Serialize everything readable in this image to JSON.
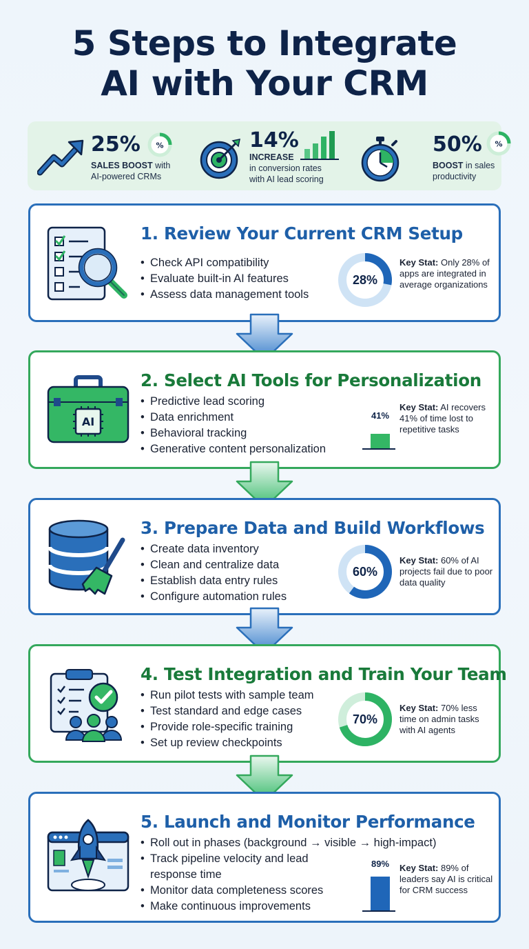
{
  "title": {
    "line1": "5 Steps to Integrate",
    "line2": "AI with Your CRM"
  },
  "stats": [
    {
      "value": "25%",
      "badge": "%",
      "label_bold": "SALES BOOST",
      "label_rest": " with",
      "label_line2": "AI-powered CRMs",
      "icon": "trending-up-arrow-icon"
    },
    {
      "value": "14%",
      "label_bold": "INCREASE",
      "label_line2": "in conversion rates",
      "label_line3": "with AI lead scoring",
      "icon": "target-icon"
    },
    {
      "value": "50%",
      "badge": "%",
      "label_bold": "BOOST",
      "label_rest": " in sales",
      "label_line2": "productivity",
      "icon": "stopwatch-icon"
    }
  ],
  "steps": [
    {
      "heading": "1. Review Your Current CRM Setup",
      "bullets": [
        "Check API compatibility",
        "Evaluate built-in AI features",
        "Assess data management tools"
      ],
      "visual": {
        "type": "donut",
        "label": "28%",
        "value": 0.28,
        "color": "#1f66b8",
        "track": "#cfe3f5"
      },
      "keystat_bold": "Key Stat:",
      "keystat_text": " Only 28% of apps are integrated in average organizations",
      "icon": "checklist-magnifier-icon",
      "accent": "blue"
    },
    {
      "heading": "2. Select AI Tools for Personalization",
      "bullets": [
        "Predictive lead scoring",
        "Data enrichment",
        "Behavioral tracking",
        "Generative content personalization"
      ],
      "visual": {
        "type": "bar",
        "label": "41%",
        "value": 0.41,
        "color": "#34b765"
      },
      "keystat_bold": "Key Stat:",
      "keystat_text": " AI recovers 41% of time lost to repetitive tasks",
      "icon": "ai-toolbox-icon",
      "accent": "green"
    },
    {
      "heading": "3. Prepare Data and Build Workflows",
      "bullets": [
        "Create data inventory",
        "Clean and centralize data",
        "Establish data entry rules",
        "Configure automation rules"
      ],
      "visual": {
        "type": "donut",
        "label": "60%",
        "value": 0.6,
        "color": "#1f66b8",
        "track": "#cfe3f5"
      },
      "keystat_bold": "Key Stat:",
      "keystat_text": " 60% of AI projects fail due to poor data quality",
      "icon": "database-broom-icon",
      "accent": "blue"
    },
    {
      "heading": "4. Test Integration and Train Your Team",
      "bullets": [
        "Run pilot tests with sample team",
        "Test standard and edge cases",
        "Provide role-specific training",
        "Set up review checkpoints"
      ],
      "visual": {
        "type": "donut",
        "label": "70%",
        "value": 0.7,
        "color": "#2eb364",
        "track": "#cfeedb"
      },
      "keystat_bold": "Key Stat:",
      "keystat_text": " 70% less time on admin tasks with AI agents",
      "icon": "clipboard-team-icon",
      "accent": "green"
    },
    {
      "heading": "5. Launch and Monitor Performance",
      "bullets": [
        "Roll out in phases (background → visible → high-impact)",
        "Track pipeline velocity and lead",
        "response time",
        "Monitor data completeness scores",
        "Make continuous improvements"
      ],
      "visual": {
        "type": "bar",
        "label": "89%",
        "value": 0.89,
        "color": "#1f66b8"
      },
      "keystat_bold": "Key Stat:",
      "keystat_text": " 89% of leaders say AI is critical for CRM success",
      "icon": "rocket-browser-icon",
      "accent": "blue"
    }
  ],
  "colors": {
    "navy": "#0e2348",
    "blue": "#1f66b8",
    "green": "#34a85c",
    "banner": "#e3f3e8"
  }
}
